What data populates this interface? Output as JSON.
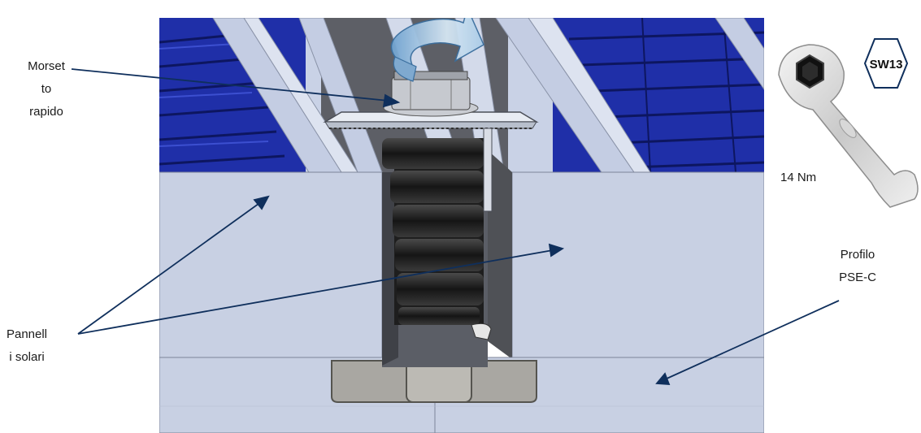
{
  "labels": {
    "morsetto": [
      "Morset",
      "to",
      "rapido"
    ],
    "pannelli": [
      "Pannell",
      "i solari"
    ],
    "profilo": [
      "Profilo",
      "PSE-C"
    ],
    "torque": "14 Nm",
    "wrench_size": "SW13"
  },
  "colors": {
    "panel_blue": "#1f2fa8",
    "frame": "#c7cfe2",
    "arrow": "#0f2f5c",
    "rotation_arrow": "#8fb6d8",
    "clamp_dark": "#2a2a2a",
    "base_grey": "#aaa9a5"
  },
  "icons": [
    "rotation-arrow-icon",
    "ratchet-wrench-icon",
    "hexagon-badge-icon"
  ]
}
